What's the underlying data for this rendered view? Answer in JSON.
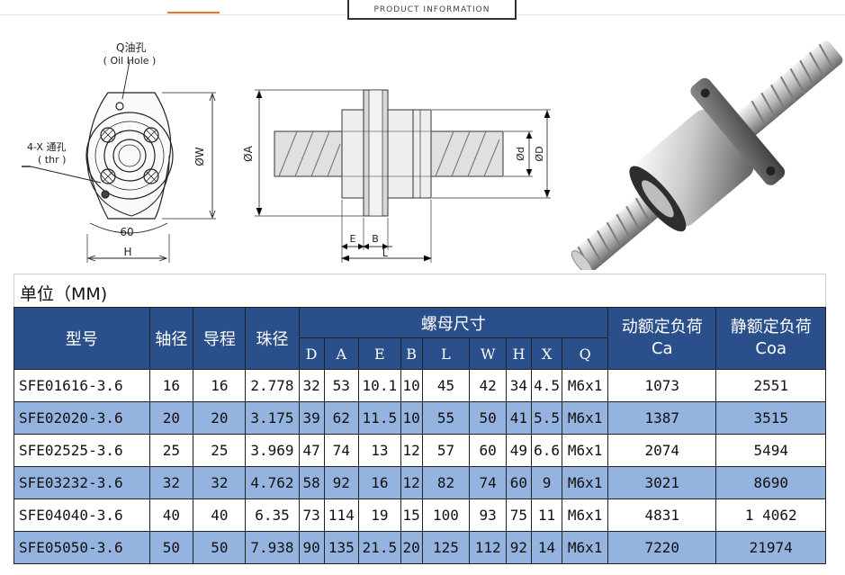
{
  "header": {
    "title_box": "PRODUCT INFORMATION"
  },
  "drawing": {
    "oil_hole_cn": "Q油孔",
    "oil_hole_en": "( Oil Hole )",
    "thru_hole_cn": "4-X 通孔",
    "thru_hole_en": "( thr )",
    "dim_60": "60",
    "dim_H": "H",
    "dim_W": "ØW",
    "dim_A": "ØA",
    "dim_d": "Ød",
    "dim_D": "ØD",
    "dim_E": "E",
    "dim_B": "B",
    "dim_L": "L"
  },
  "unit_label": "单位（MM)",
  "table": {
    "head_model": "型号",
    "head_shaft": "轴径",
    "head_lead": "导程",
    "head_ball": "珠径",
    "head_nut": "螺母尺寸",
    "head_dynamic": "动额定负荷",
    "head_dynamic_sym": "Ca",
    "head_static": "静额定负荷",
    "head_static_sym": "Coa",
    "sub_cols": [
      "D",
      "A",
      "E",
      "B",
      "L",
      "W",
      "H",
      "X",
      "Q"
    ],
    "rows": [
      {
        "model": "SFE01616-3.6",
        "shaft": "16",
        "lead": "16",
        "ball": "2.778",
        "D": "32",
        "A": "53",
        "E": "10.1",
        "B": "10",
        "L": "45",
        "W": "42",
        "H": "34",
        "X": "4.5",
        "Q": "M6x1",
        "Ca": "1073",
        "Coa": "2551"
      },
      {
        "model": "SFE02020-3.6",
        "shaft": "20",
        "lead": "20",
        "ball": "3.175",
        "D": "39",
        "A": "62",
        "E": "11.5",
        "B": "10",
        "L": "55",
        "W": "50",
        "H": "41",
        "X": "5.5",
        "Q": "M6x1",
        "Ca": "1387",
        "Coa": "3515"
      },
      {
        "model": "SFE02525-3.6",
        "shaft": "25",
        "lead": "25",
        "ball": "3.969",
        "D": "47",
        "A": "74",
        "E": "13",
        "B": "12",
        "L": "57",
        "W": "60",
        "H": "49",
        "X": "6.6",
        "Q": "M6x1",
        "Ca": "2074",
        "Coa": "5494"
      },
      {
        "model": "SFE03232-3.6",
        "shaft": "32",
        "lead": "32",
        "ball": "4.762",
        "D": "58",
        "A": "92",
        "E": "16",
        "B": "12",
        "L": "82",
        "W": "74",
        "H": "60",
        "X": "9",
        "Q": "M6x1",
        "Ca": "3021",
        "Coa": "8690"
      },
      {
        "model": "SFE04040-3.6",
        "shaft": "40",
        "lead": "40",
        "ball": "6.35",
        "D": "73",
        "A": "114",
        "E": "19",
        "B": "15",
        "L": "100",
        "W": "93",
        "H": "75",
        "X": "11",
        "Q": "M6x1",
        "Ca": "4831",
        "Coa": "1 4062"
      },
      {
        "model": "SFE05050-3.6",
        "shaft": "50",
        "lead": "50",
        "ball": "7.938",
        "D": "90",
        "A": "135",
        "E": "21.5",
        "B": "20",
        "L": "125",
        "W": "112",
        "H": "92",
        "X": "14",
        "Q": "M6x1",
        "Ca": "7220",
        "Coa": "21974"
      }
    ]
  }
}
